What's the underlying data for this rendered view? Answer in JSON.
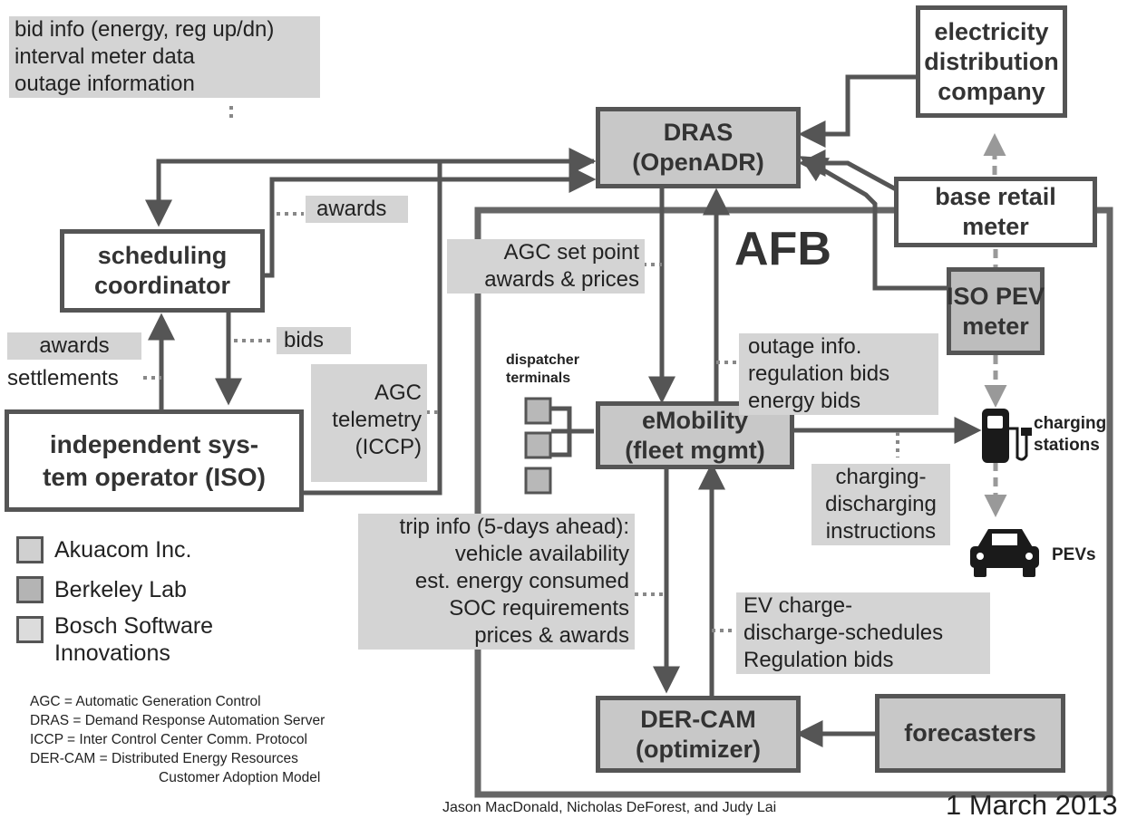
{
  "nodes": {
    "electricity": {
      "line1": "electricity",
      "line2": "distribution",
      "line3": "company"
    },
    "dras": {
      "line1": "DRAS",
      "line2": "(OpenADR)"
    },
    "base_meter": {
      "line1": "base retail",
      "line2": "meter"
    },
    "scheduling": {
      "line1": "scheduling",
      "line2": "coordinator"
    },
    "iso": {
      "line1": "independent sys-",
      "line2": "tem operator (ISO)"
    },
    "iso_pev": {
      "line1": "ISO PEV",
      "line2": "meter"
    },
    "emobility": {
      "line1": "eMobility",
      "line2": "(fleet mgmt)"
    },
    "dercam": {
      "line1": "DER-CAM",
      "line2": "(optimizer)"
    },
    "forecasters": {
      "line1": "forecasters"
    },
    "afb": "AFB"
  },
  "labels": {
    "bid_info": [
      "bid info (energy, reg up/dn)",
      "interval meter data",
      "outage information"
    ],
    "awards_top": "awards",
    "bids": "bids",
    "awards_left": "awards",
    "settlements": "settlements",
    "agc_set": [
      "AGC set point",
      "awards & prices"
    ],
    "agc_telemetry": [
      "AGC",
      "telemetry",
      "(ICCP)"
    ],
    "outage": [
      "outage info.",
      "regulation bids",
      "energy bids"
    ],
    "dispatcher": [
      "dispatcher",
      "terminals"
    ],
    "charging_stations": [
      "charging",
      "stations"
    ],
    "charging_instr": [
      "charging-",
      "discharging",
      "instructions"
    ],
    "pevs": "PEVs",
    "trip_info": [
      "trip info (5-days ahead):",
      "vehicle availability",
      "est. energy consumed",
      "SOC requirements",
      "prices & awards"
    ],
    "ev_charge": [
      "EV charge-",
      "discharge-schedules",
      "Regulation bids"
    ]
  },
  "legend": [
    {
      "label": "Akuacom Inc.",
      "color": "#d0d0d0"
    },
    {
      "label": "Berkeley Lab",
      "color": "#b4b4b4"
    },
    {
      "label": "Bosch Software",
      "color": "#dcdcdc"
    }
  ],
  "legend_line2": "Innovations",
  "abbreviations": [
    "AGC = Automatic Generation Control",
    "DRAS = Demand Response Automation Server",
    "ICCP = Inter Control Center Comm. Protocol",
    "DER-CAM = Distributed Energy Resources",
    "Customer Adoption Model"
  ],
  "authors": "Jason MacDonald, Nicholas DeForest, and Judy Lai",
  "date": "1 March 2013"
}
